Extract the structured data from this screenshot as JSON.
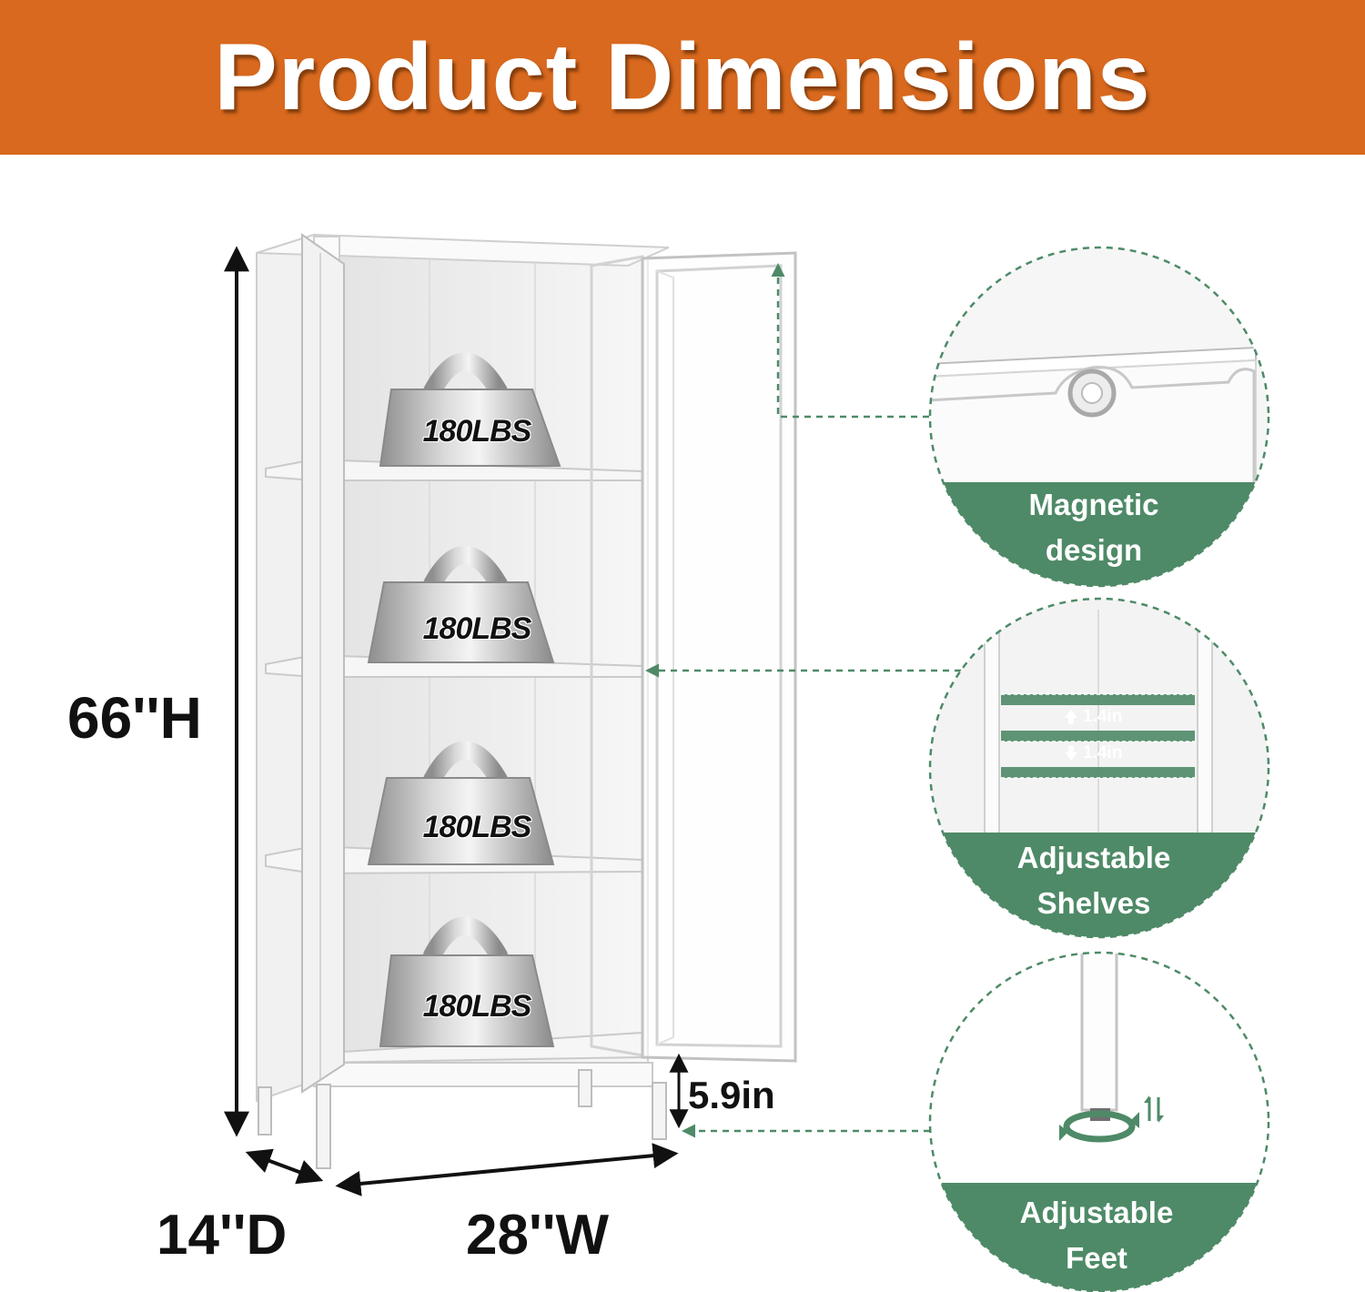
{
  "header": {
    "title": "Product Dimensions"
  },
  "dimensions": {
    "height": "66''H",
    "depth": "14''D",
    "width": "28''W",
    "leg_clearance": "5.9in"
  },
  "shelves": {
    "load_labels": [
      "180LBS",
      "180LBS",
      "180LBS",
      "180LBS"
    ]
  },
  "details": [
    {
      "line1": "Magnetic",
      "line2": "design"
    },
    {
      "line1": "Adjustable",
      "line2": "Shelves",
      "adjust_up": "1.4in",
      "adjust_down": "1.4in"
    },
    {
      "line1": "Adjustable",
      "line2": "Feet"
    }
  ],
  "colors": {
    "banner": "#D8691E",
    "accent_green": "#4E8A67",
    "text": "#111111"
  },
  "icons": [
    "magnet-hole-icon",
    "rotate-arrows-icon",
    "up-down-arrow-icon",
    "up-arrow-icon",
    "down-arrow-icon"
  ]
}
